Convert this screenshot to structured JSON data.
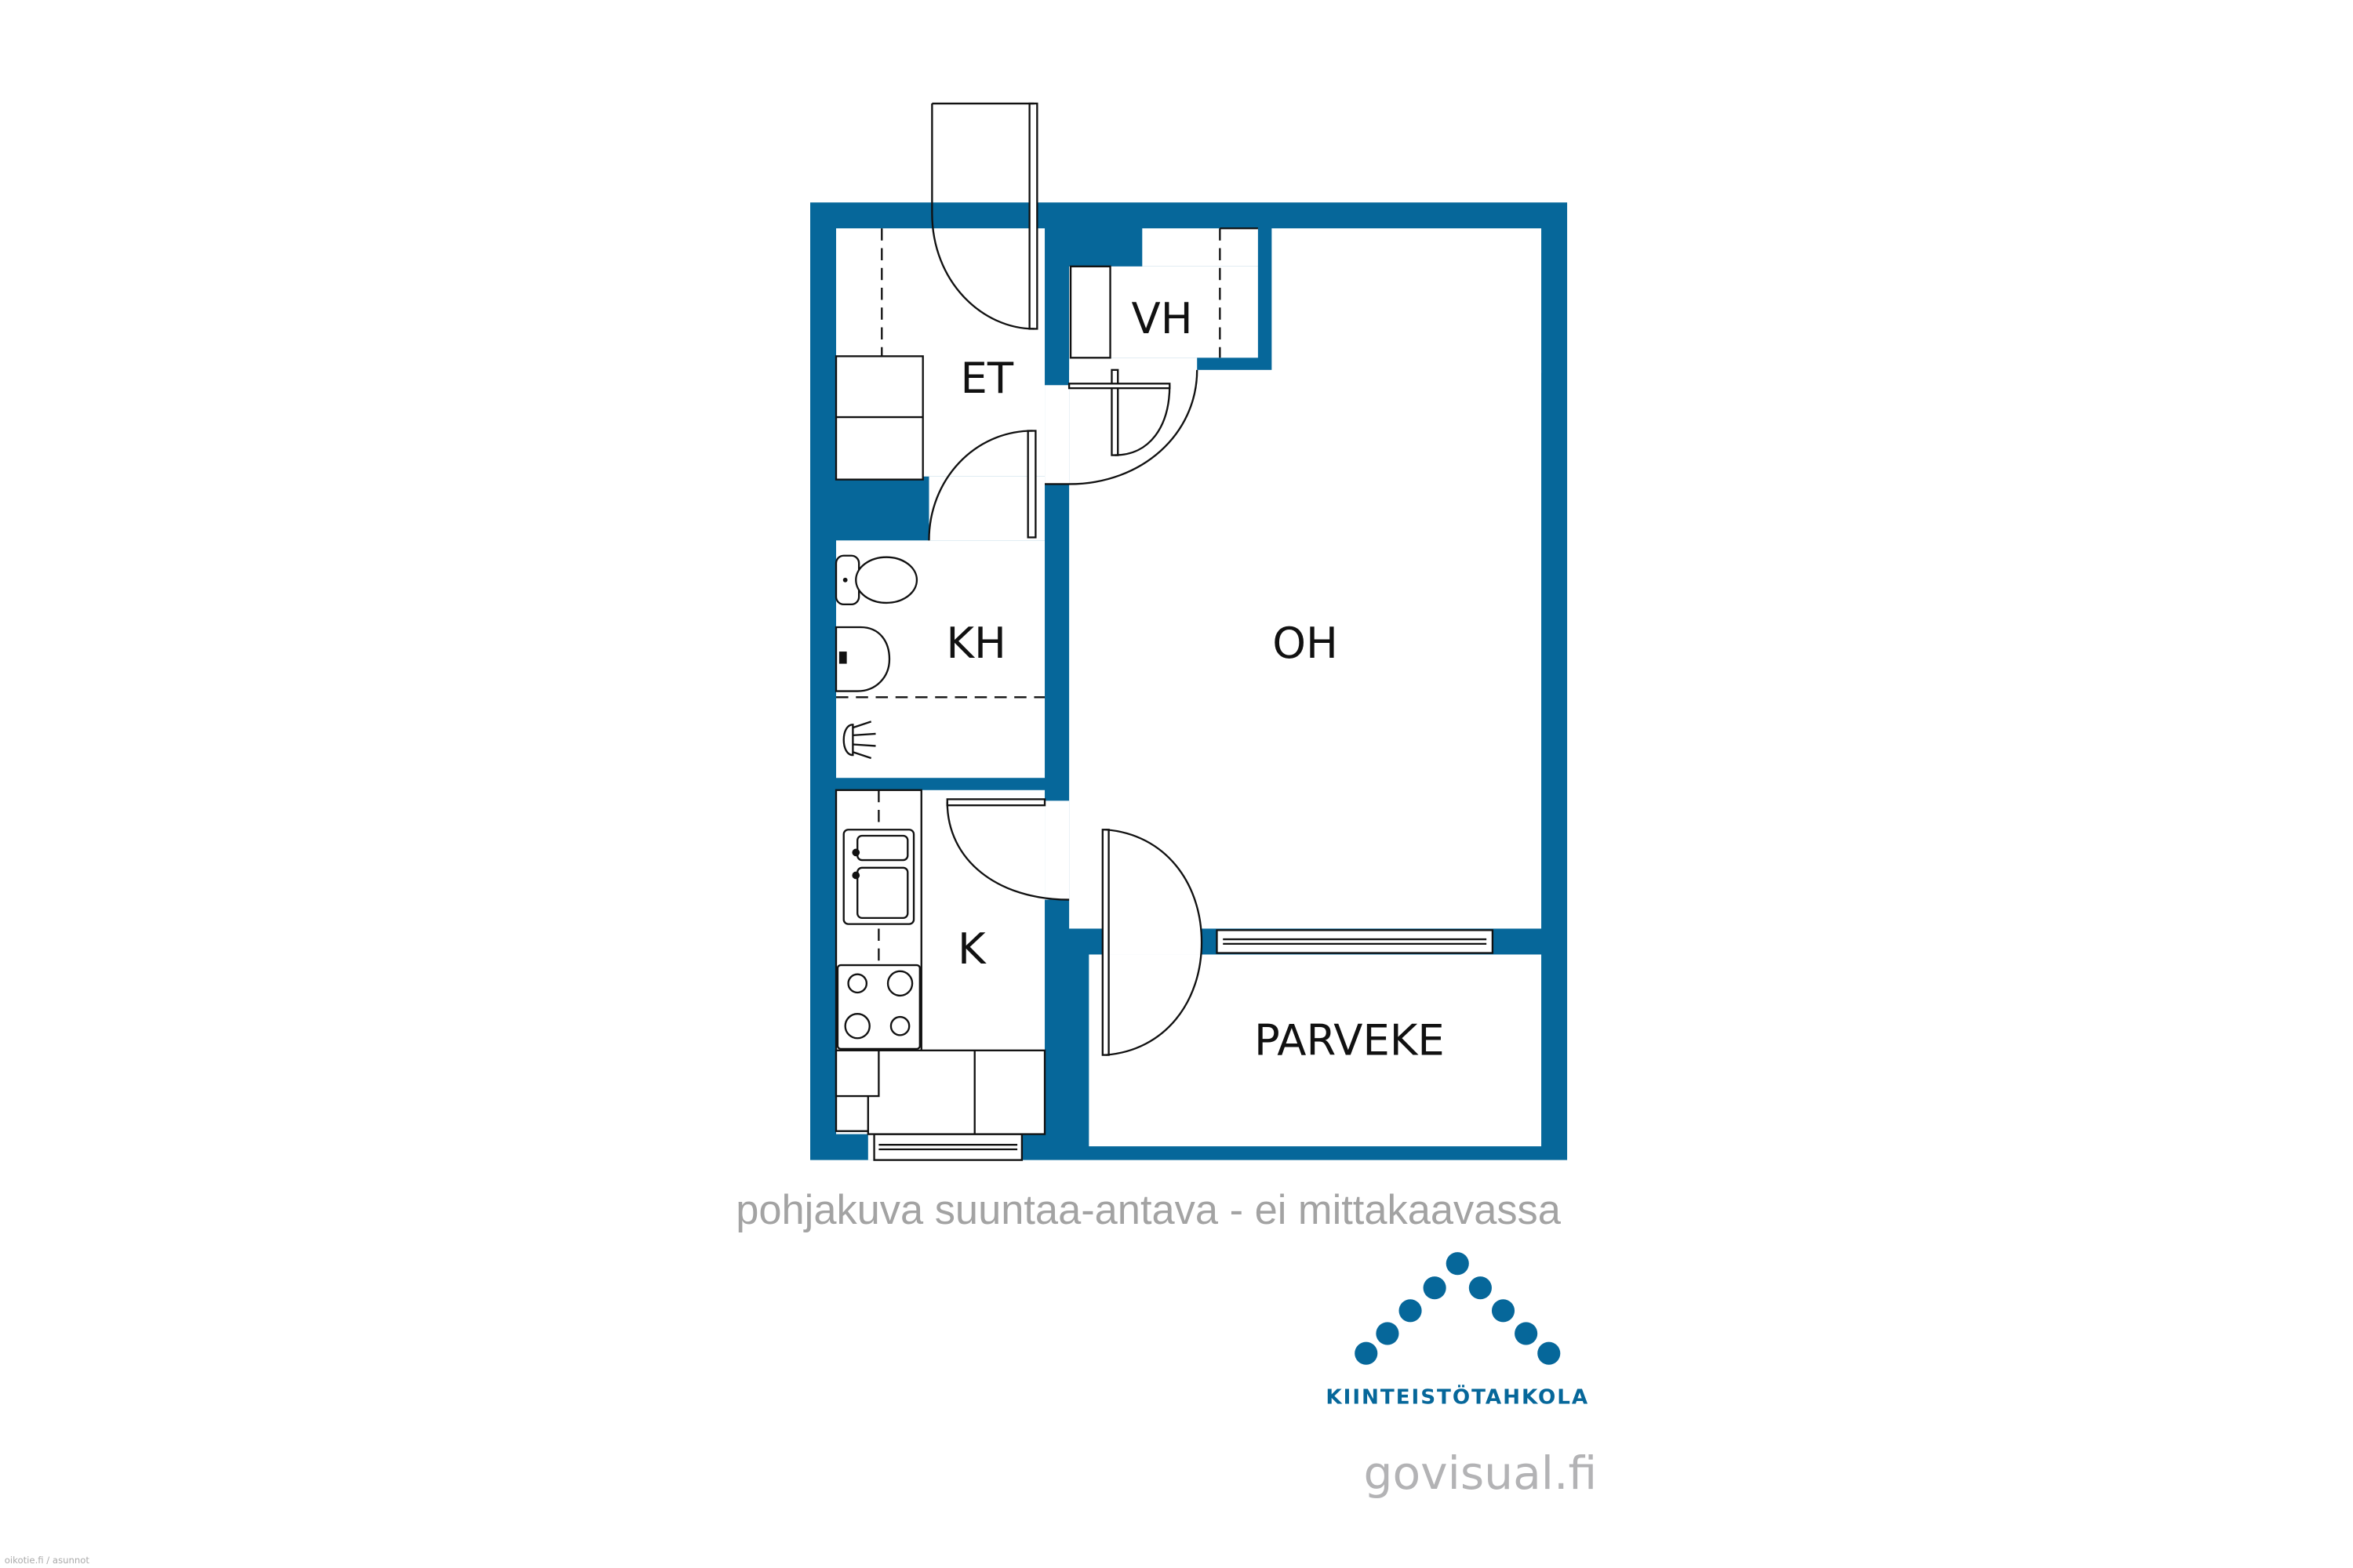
{
  "floorplan": {
    "rooms": {
      "entrance": "ET",
      "wardrobe": "VH",
      "bathroom": "KH",
      "living_room": "OH",
      "kitchen": "K",
      "balcony": "PARVEKE"
    },
    "caption": "pohjakuva suuntaa-antava - ei mittakaavassa"
  },
  "branding": {
    "logo_text": "KIINTEISTÖTAHKOLA",
    "website": "govisual.fi",
    "corner_watermark": "oikotie.fi / asunnot"
  },
  "colors": {
    "wall": "#06679a",
    "caption_grey": "#a3a3a3"
  }
}
